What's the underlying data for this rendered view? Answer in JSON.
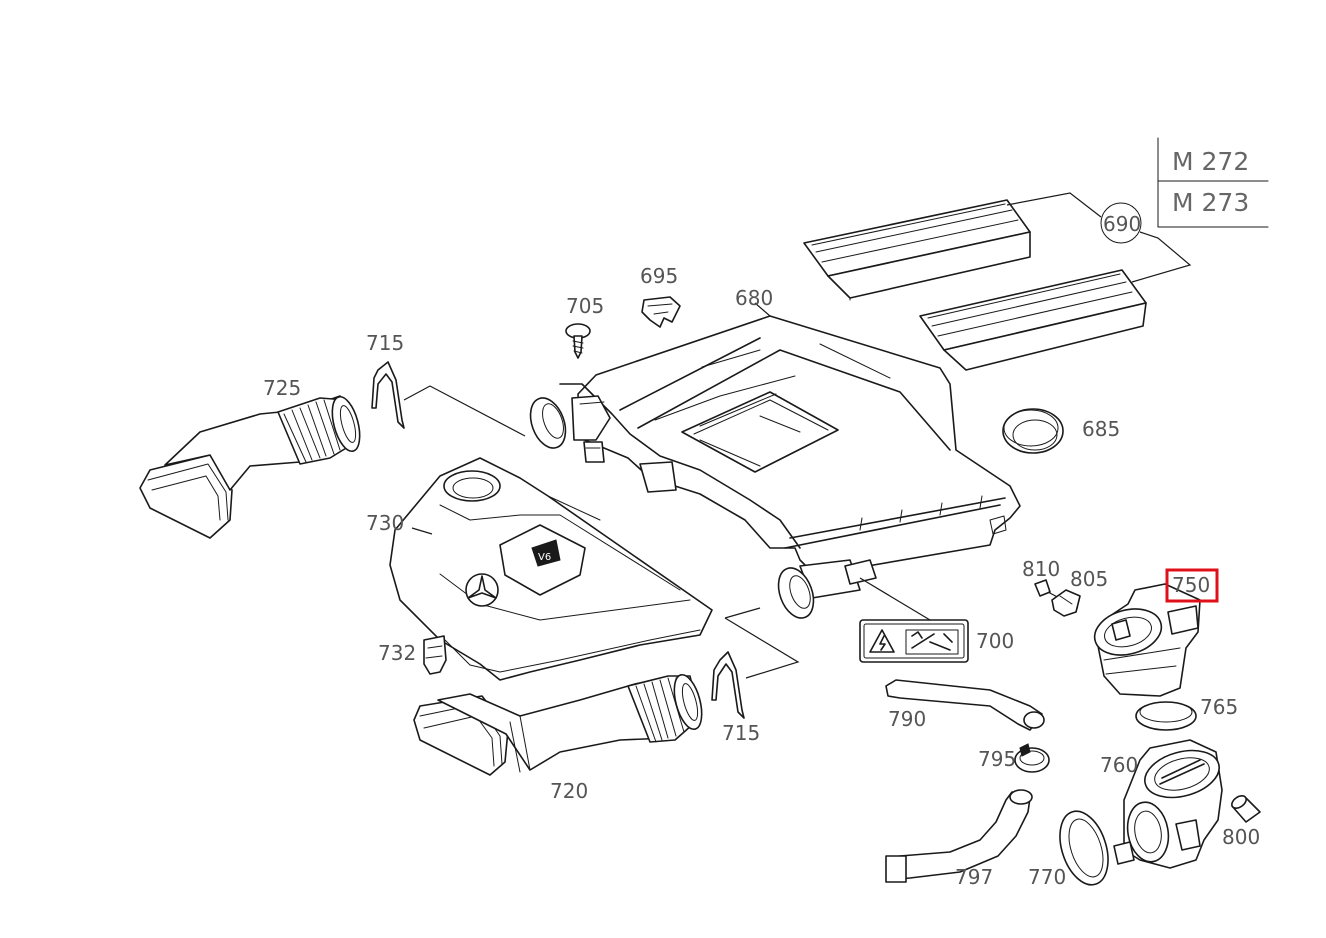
{
  "engines": [
    "M 272",
    "M 273"
  ],
  "highlight_color": "#e0101a",
  "labels": {
    "p690": "690",
    "p695": "695",
    "p705": "705",
    "p680": "680",
    "p715a": "715",
    "p725": "725",
    "p685": "685",
    "p730": "730",
    "p810": "810",
    "p805": "805",
    "p750": "750",
    "p700": "700",
    "p732": "732",
    "p715b": "715",
    "p720": "720",
    "p790": "790",
    "p765": "765",
    "p795": "795",
    "p760": "760",
    "p800": "800",
    "p797": "797",
    "p770": "770"
  }
}
